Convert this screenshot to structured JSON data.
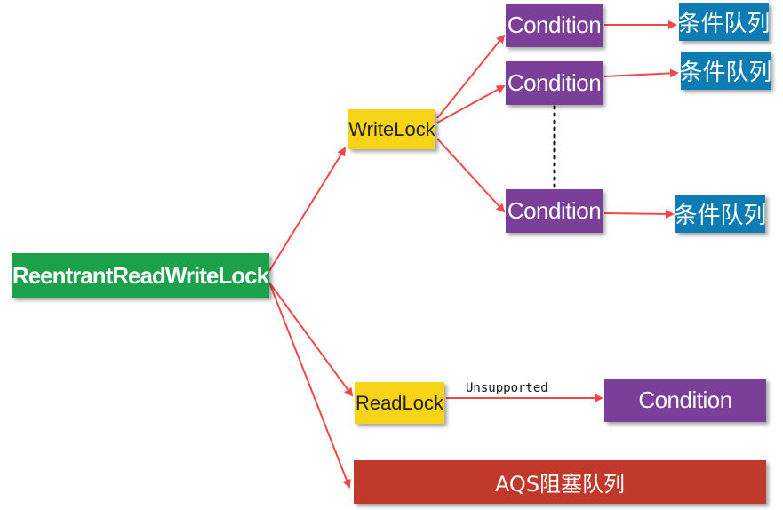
{
  "root": {
    "label": "ReentrantReadWriteLock"
  },
  "write_lock": {
    "label": "WriteLock"
  },
  "read_lock": {
    "label": "ReadLock"
  },
  "write_conditions": [
    {
      "label": "Condition",
      "queue": "条件队列"
    },
    {
      "label": "Condition",
      "queue": "条件队列"
    },
    {
      "label": "Condition",
      "queue": "条件队列"
    }
  ],
  "read_condition": {
    "label": "Condition",
    "edge_label": "Unsupported"
  },
  "aqs_queue": {
    "label": "AQS阻塞队列"
  },
  "colors": {
    "root": "#1aa14a",
    "lock": "#f7d417",
    "condition": "#7b3f99",
    "queue": "#0c7cb3",
    "aqs": "#c0392b",
    "arrow": "#f04848"
  }
}
